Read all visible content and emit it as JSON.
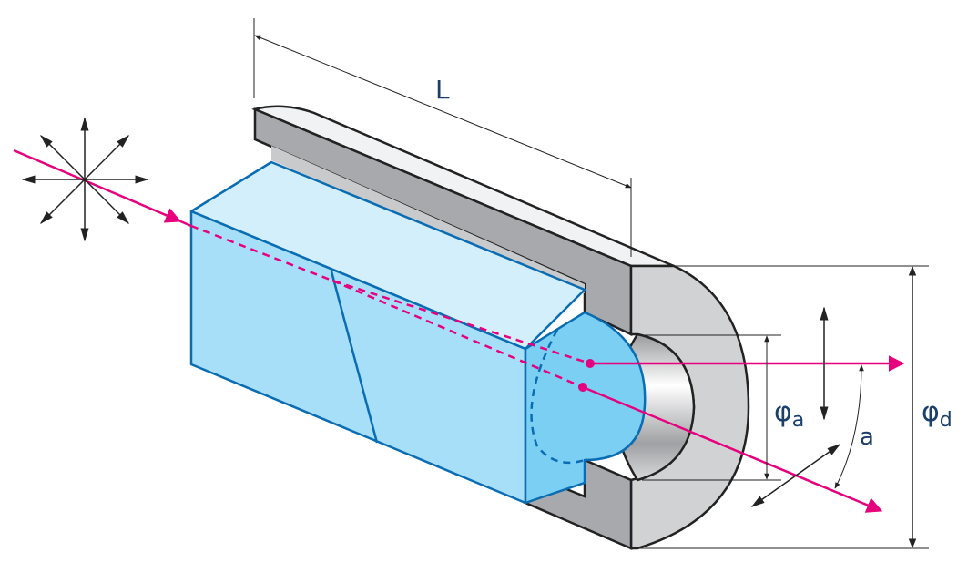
{
  "labels": {
    "length": "L",
    "aperture_symbol": "φ",
    "aperture_sub": "a",
    "diameter_symbol": "φ",
    "diameter_sub": "d",
    "angle": "a"
  },
  "colors": {
    "beam": "#e6007e",
    "crystal_front": "#a8dff8",
    "crystal_top": "#d4effc",
    "crystal_end": "#7bcff3",
    "crystal_edge": "#0a6db3",
    "housing_dark": "#a7a9ac",
    "housing_light": "#d1d2d4",
    "housing_top": "#f1f2f3"
  }
}
